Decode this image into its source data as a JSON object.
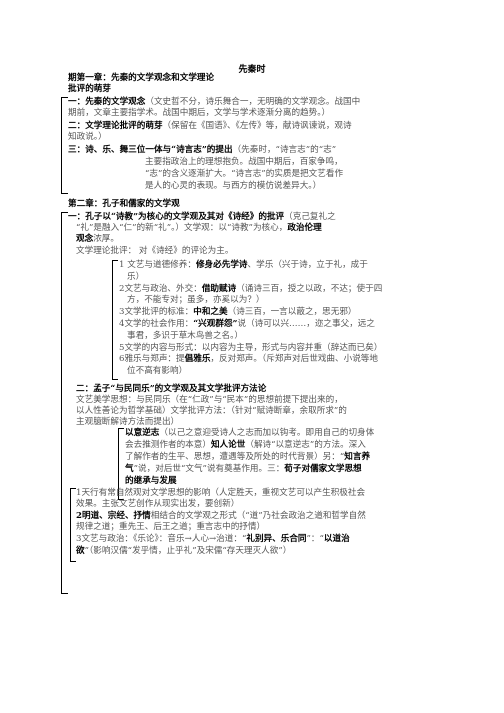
{
  "title": "先秦时",
  "period": "期第一章：先秦的文学观念和文学理论",
  "ch1": {
    "sub": "批评的萌芽",
    "s1_head": "一：先秦的文学观念",
    "s1_body_a": "（文史哲不分，诗乐舞合一，无明确的文学观念。战国中",
    "s1_body_b": "期前，文章主要指学术。战国中期后，文学与学术逐渐分离的趋势。）",
    "s2_head": "二：文学理论批评的萌芽",
    "s2_body_a": "（保留在《国语》、《左传》等，献诗讽谏说，观诗",
    "s2_body_b": "知政说。）",
    "s3_head": "三：诗、乐、舞三位一体与“诗言志”的提出",
    "s3_body_a": "（先秦时，“诗言志”的“志”",
    "s3_body_b": "主要指政治上的理想抱负。战国中期后，百家争鸣，",
    "s3_body_c": "“志”的含义逐渐扩大。“诗言志”的实质是把文艺看作",
    "s3_body_d": "是人的心灵的表现。与西方的模仿说差异大。）"
  },
  "ch2": {
    "head": "第二章：孔子和儒家的文学观",
    "p1_head": "一：孔子以“诗教”为核心的文学观及其对《诗经》的批评",
    "p1_body_a": "（克己复礼之",
    "p1_body_b": "“礼”是融入“仁”的新“礼”。）文学观：以“诗教”为核心，",
    "p1_body_b_bold": "政治伦理",
    "p1_body_c_bold": "观念",
    "p1_body_c": "浓厚。",
    "p1_lit": "文学理论批评：   对《诗经》的评论为主。",
    "items": [
      {
        "n": "1 文艺与道德修养：",
        "bold": "修身必先学诗",
        "rest": "、学乐（兴于诗，立于礼，成于"
      },
      {
        "cont": "乐）"
      },
      {
        "n": "2文艺与政治、外交：",
        "bold": "借助赋诗",
        "rest": "（诵诗三百，授之以政，不达；使于四"
      },
      {
        "cont": "方，不能专对；虽多，亦奚以为？）"
      },
      {
        "n": "3文学批评的标准：",
        "bold": "中和之美",
        "rest": "（诗三百，一言以蔽之，思无邪）"
      },
      {
        "n": "4文学的社会作用：",
        "bold": "“兴观群怨”",
        "rest": "说（诗可以兴……，迩之事父，远之"
      },
      {
        "cont": "事君，多识于草木鸟兽之名。）"
      },
      {
        "n": "5文学的内容与形式：以内容为主导，形式与内容并重（辞达而已矣）"
      },
      {
        "n": "6雅乐与郑声：提",
        "bold": "倡雅乐",
        "rest": "，反对郑声。（斥郑声对后世戏曲、小说等地"
      },
      {
        "cont": "位不高有影响）"
      }
    ],
    "p2_head": "二：孟子“与民同乐”的文学观及其文学批评方法论",
    "p2_a": "文艺美学思想：与民同乐（在“仁政”与“民本”的思想前提下提出来的，",
    "p2_b": "以人性善论为哲学基础）文学批评方法：（针对“赋诗断章，余取所求”的",
    "p2_c": "主观臆断解诗方法而提出）",
    "p2_d_bold": "以意逆志",
    "p2_d": "（以己之意迎受诗人之志而加以钩考。即用自己的切身体",
    "p2_e": "会去推测作者的本意）",
    "p2_e_bold": "知人论世",
    "p2_e2": "（解诗“以意逆志”的方法。深入",
    "p2_f": "了解作者的生平、思想，遭遇等及所处的时代背景）另：“",
    "p2_f_bold": "知言养",
    "p2_g_bold": "气",
    "p2_g": "”说，对后世“文气”说有奠基作用。三：",
    "p2_g_bold2": "荀子对儒家文学思想",
    "p2_h_bold": "的继承与发展",
    "x1": "1天行有常自然观对文学思想的影响（人定胜天，重视文艺可以产生积极社会",
    "x1b": "效果。主张文艺创作从现实出发，要创新）",
    "x2_bold": "2明道、宗经、",
    "x2_bold2": "抒情",
    "x2": "相结合的文学观之形式（“道”乃社会政治之道和哲学自然",
    "x2b": "规律之道；重先王、后王之道；重言志中的抒情）",
    "x3": "3文艺与政治：《乐论》：音乐→人心→治道：“",
    "x3_bold": "礼别异、乐合同",
    "x3_2": "”：“",
    "x3_bold2": "以道治",
    "x3b_bold": "欲",
    "x3b": "”（影响汉儒“发乎情，止乎礼”及宋儒“存天理灭人欲”）"
  }
}
